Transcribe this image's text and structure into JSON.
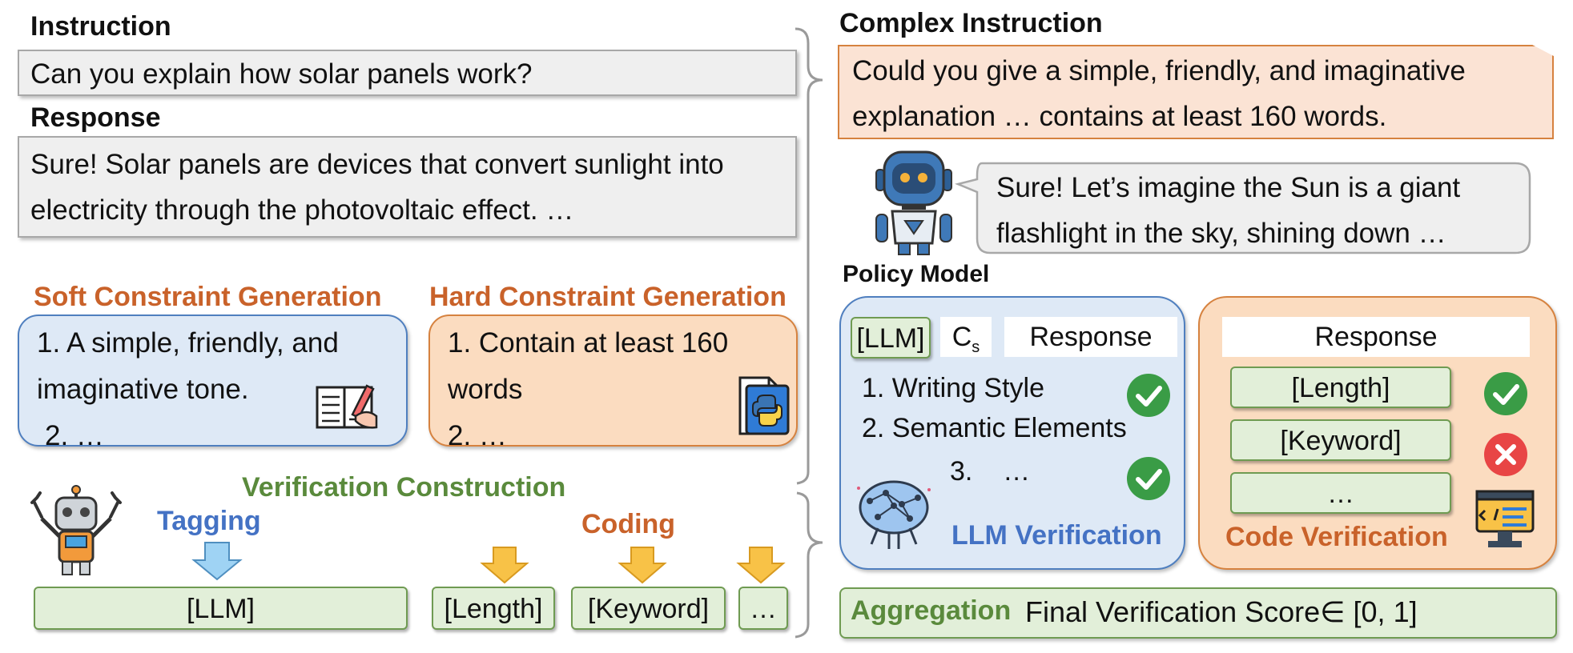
{
  "left": {
    "instruction_title": "Instruction",
    "instruction_text": "Can you explain how solar panels work?",
    "response_title": "Response",
    "response_line1": "Sure! Solar panels are devices that convert sunlight into",
    "response_line2": "electricity through the photovoltaic effect. …",
    "soft_title": "Soft Constraint Generation",
    "soft_line1": "1. A simple, friendly, and",
    "soft_line2": "imaginative tone.",
    "soft_line3": "2. …",
    "hard_title": "Hard Constraint Generation",
    "hard_line1": "1. Contain at least 160",
    "hard_line2": "words",
    "hard_line3": "2. …",
    "verif_title": "Verification Construction",
    "tagging": "Tagging",
    "coding": "Coding",
    "tag_llm": "[LLM]",
    "tag_length": "[Length]",
    "tag_keyword": "[Keyword]",
    "tag_more": "…"
  },
  "right": {
    "complex_title": "Complex Instruction",
    "complex_line1": "Could you give a simple, friendly, and imaginative",
    "complex_line2": "explanation …  contains at least 160 words.",
    "bubble_line1": "Sure! Let’s imagine the Sun is a giant",
    "bubble_line2": "flashlight in the sky, shining down …",
    "policy_label": "Policy Model",
    "llm_tag": "[LLM]",
    "cs_main": "C",
    "cs_sub": "s",
    "llm_response": "Response",
    "llm_item1": "1. Writing Style",
    "llm_item2": "2. Semantic Elements",
    "llm_item3": "3.    …",
    "llm_verif": "LLM Verification",
    "code_response": "Response",
    "code_length": "[Length]",
    "code_keyword": "[Keyword]",
    "code_more": "…",
    "code_verif": "Code Verification",
    "agg_label": "Aggregation",
    "agg_text": "Final Verification Score∈ [0, 1]"
  },
  "colors": {
    "soft_bg": "#dee9f6",
    "soft_border": "#4f7fbf",
    "hard_bg": "#fbdcc0",
    "hard_border": "#d6823f",
    "complex_bg": "#fbe3d4",
    "green_bg": "#e2efd9",
    "check": "#3a9c46",
    "cross": "#e84545",
    "arrow_blue": "#9fd3f4",
    "arrow_yellow": "#f8c247"
  }
}
